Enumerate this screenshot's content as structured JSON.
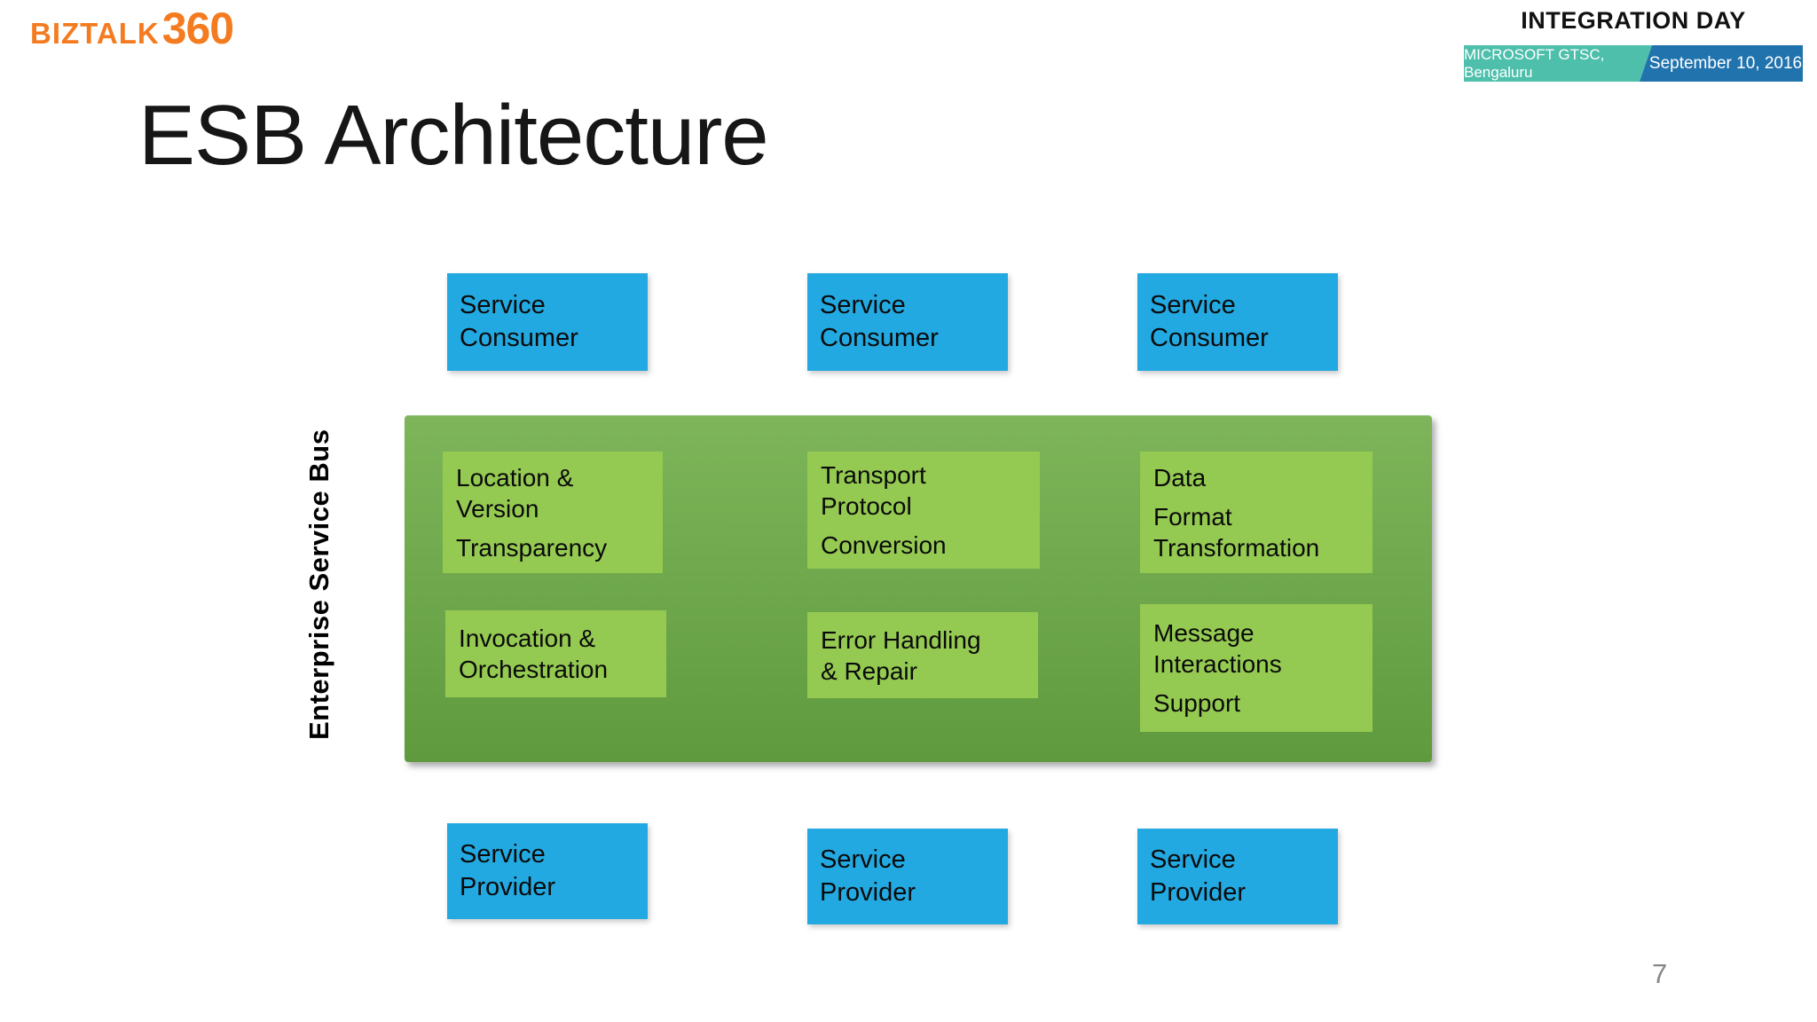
{
  "theme": {
    "accent_orange": "#F47B20",
    "ribbon_teal": "#4DBFAB",
    "ribbon_blue": "#2173AE",
    "service_blue": "#23A9E1",
    "bus_green_top": "#7EB55A",
    "bus_green_bottom": "#5F9A3E",
    "bus_item_green": "#95CA52",
    "page_number_gray": "#868686"
  },
  "logo": {
    "brand": "BIZTALK",
    "brand_number": "360"
  },
  "header": {
    "event_title": "INTEGRATION DAY",
    "venue": "MICROSOFT GTSC, Bengaluru",
    "date": "September 10, 2016"
  },
  "slide": {
    "title": "ESB Architecture",
    "page_number": "7"
  },
  "diagram": {
    "bus_label": "Enterprise Service Bus",
    "consumers": [
      {
        "label": [
          "Service",
          "Consumer"
        ]
      },
      {
        "label": [
          "Service",
          "Consumer"
        ]
      },
      {
        "label": [
          "Service",
          "Consumer"
        ]
      }
    ],
    "bus_capabilities": [
      {
        "label": [
          [
            "Location &",
            "Version"
          ],
          [
            "Transparency"
          ]
        ]
      },
      {
        "label": [
          [
            "Transport",
            "Protocol"
          ],
          [
            "Conversion"
          ]
        ]
      },
      {
        "label": [
          [
            "Data"
          ],
          [
            "Format",
            "Transformation"
          ]
        ]
      },
      {
        "label": [
          [
            "Invocation &",
            "Orchestration"
          ]
        ]
      },
      {
        "label": [
          [
            "Error Handling",
            "& Repair"
          ]
        ]
      },
      {
        "label": [
          [
            "Message",
            "Interactions"
          ],
          [
            "Support"
          ]
        ]
      }
    ],
    "providers": [
      {
        "label": [
          "Service",
          "Provider"
        ]
      },
      {
        "label": [
          "Service",
          "Provider"
        ]
      },
      {
        "label": [
          "Service",
          "Provider"
        ]
      }
    ]
  }
}
